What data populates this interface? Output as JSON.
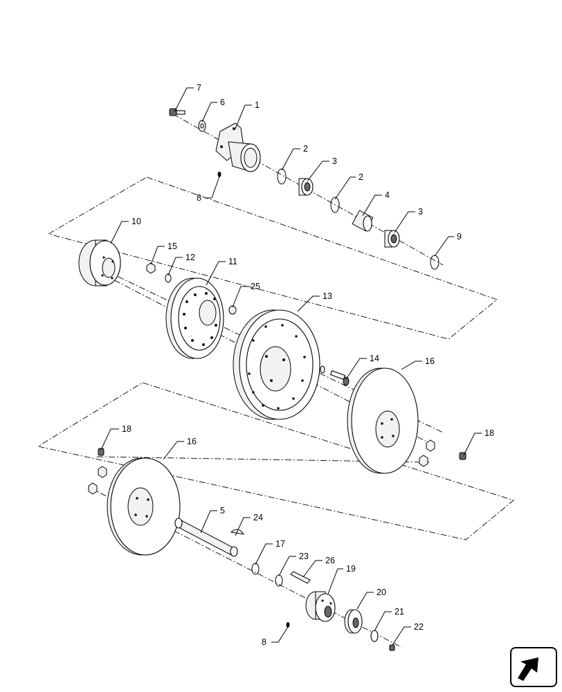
{
  "callouts": [
    {
      "id": "c1",
      "text": "1"
    },
    {
      "id": "c2a",
      "text": "2"
    },
    {
      "id": "c3a",
      "text": "3"
    },
    {
      "id": "c2b",
      "text": "2"
    },
    {
      "id": "c4",
      "text": "4"
    },
    {
      "id": "c3b",
      "text": "3"
    },
    {
      "id": "c5",
      "text": "5"
    },
    {
      "id": "c6",
      "text": "6"
    },
    {
      "id": "c7",
      "text": "7"
    },
    {
      "id": "c8a",
      "text": "8"
    },
    {
      "id": "c8b",
      "text": "8"
    },
    {
      "id": "c9",
      "text": "9"
    },
    {
      "id": "c10",
      "text": "10"
    },
    {
      "id": "c11",
      "text": "11"
    },
    {
      "id": "c12",
      "text": "12"
    },
    {
      "id": "c13",
      "text": "13"
    },
    {
      "id": "c14",
      "text": "14"
    },
    {
      "id": "c15",
      "text": "15"
    },
    {
      "id": "c16a",
      "text": "16"
    },
    {
      "id": "c16b",
      "text": "16"
    },
    {
      "id": "c17",
      "text": "17"
    },
    {
      "id": "c18a",
      "text": "18"
    },
    {
      "id": "c18b",
      "text": "18"
    },
    {
      "id": "c19",
      "text": "19"
    },
    {
      "id": "c20",
      "text": "20"
    },
    {
      "id": "c21",
      "text": "21"
    },
    {
      "id": "c22",
      "text": "22"
    },
    {
      "id": "c23",
      "text": "23"
    },
    {
      "id": "c24",
      "text": "24"
    },
    {
      "id": "c25",
      "text": "25"
    },
    {
      "id": "c26",
      "text": "26"
    }
  ],
  "nav_icon": "next-page-arrow-icon"
}
